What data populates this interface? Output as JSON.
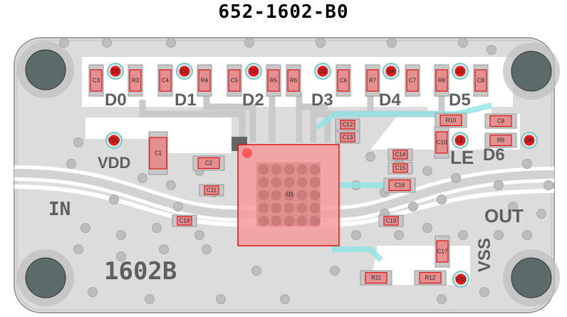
{
  "title": "652-1602-B0",
  "board": {
    "silkscreen": {
      "led_labels": [
        "D0",
        "D1",
        "D2",
        "D3",
        "D4",
        "D5",
        "D6"
      ],
      "vdd": "VDD",
      "le": "LE",
      "in": "IN",
      "out": "OUT",
      "vss": "VSS",
      "part": "1602B"
    },
    "ic": {
      "ref": "U1"
    },
    "test_points": [
      "D0",
      "D1",
      "D2",
      "D3",
      "D4",
      "D5",
      "D6",
      "LE",
      "VDD",
      "VSS"
    ],
    "components": {
      "top_row": [
        "C3",
        "R3",
        "C4",
        "R4",
        "C5",
        "R5",
        "R6",
        "C6",
        "R7",
        "C7",
        "R8",
        "C8"
      ],
      "right": [
        "R10",
        "C9",
        "R9",
        "C10",
        "C12",
        "C13",
        "C14",
        "C15",
        "C16"
      ],
      "left": [
        "C1",
        "C2",
        "C11",
        "C18"
      ],
      "bottom": [
        "C19",
        "C17",
        "R11",
        "R12"
      ]
    },
    "colors": {
      "board": "#d9d9d9",
      "pad": "#c4c4c4",
      "component": "#e88a8a",
      "component_outline": "#e00000",
      "via": "#bdbdbd",
      "mount_hole": "#5a6b69",
      "trace_highlight": "#8fe3e6",
      "silkscreen": "#5f5f5f"
    }
  }
}
